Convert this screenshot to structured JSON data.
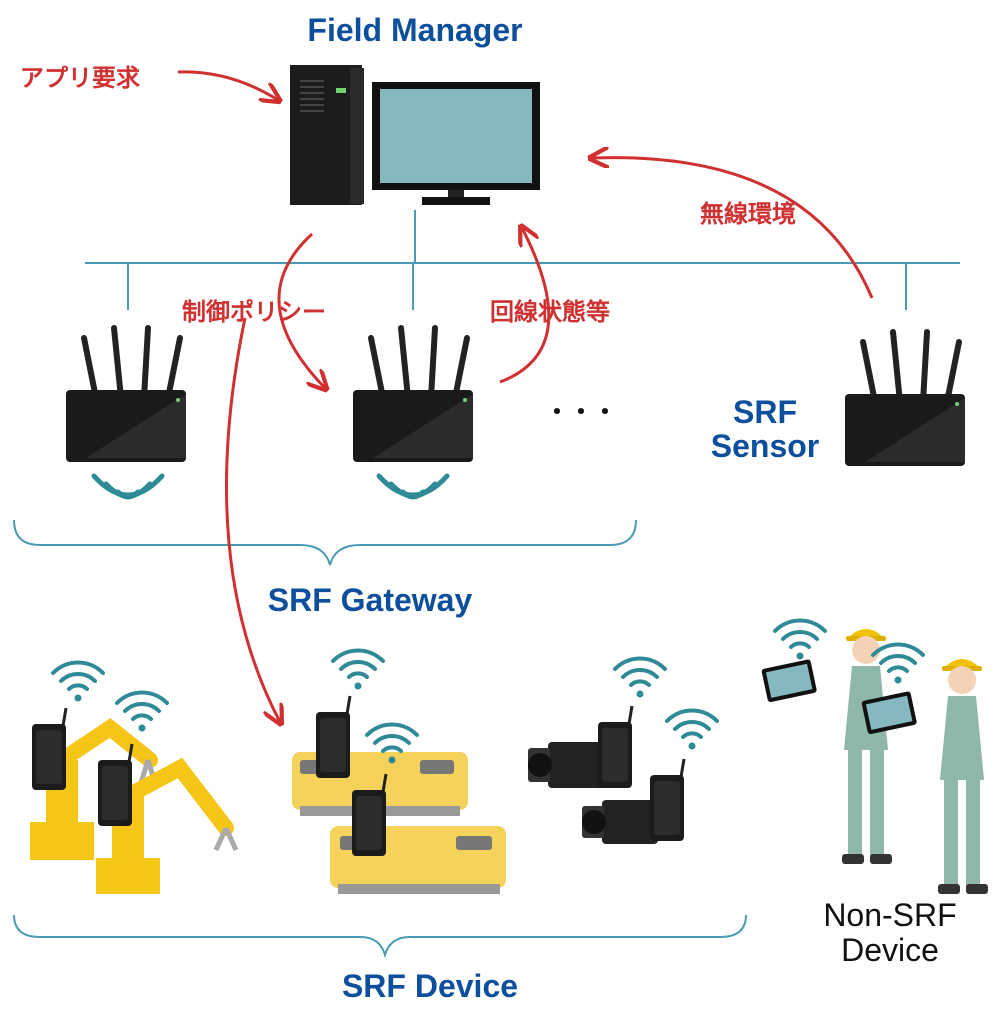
{
  "labels": {
    "field_manager": "Field Manager",
    "srf_sensor_line1": "SRF",
    "srf_sensor_line2": "Sensor",
    "srf_gateway": "SRF Gateway",
    "srf_device": "SRF Device",
    "non_srf_line1": "Non-SRF",
    "non_srf_line2": "Device",
    "ellipsis": "・・・"
  },
  "flows": {
    "app_request": "アプリ要求",
    "control_policy": "制御ポリシー",
    "line_status": "回線状態等",
    "wireless_env": "無線環境"
  },
  "colors": {
    "title_blue": "#0d4f9c",
    "flow_red": "#d03030",
    "network_line": "#4a9bb5",
    "wave_teal": "#2e8a97",
    "robot_yellow": "#f5c518",
    "worker_green": "#8fb8a8",
    "helmet_yellow": "#f2c200"
  },
  "icons": [
    "server-tower-icon",
    "monitor-icon",
    "router-icon",
    "wifi-icon",
    "robot-arm-icon",
    "agv-icon",
    "camera-icon",
    "worker-icon",
    "tablet-icon"
  ]
}
